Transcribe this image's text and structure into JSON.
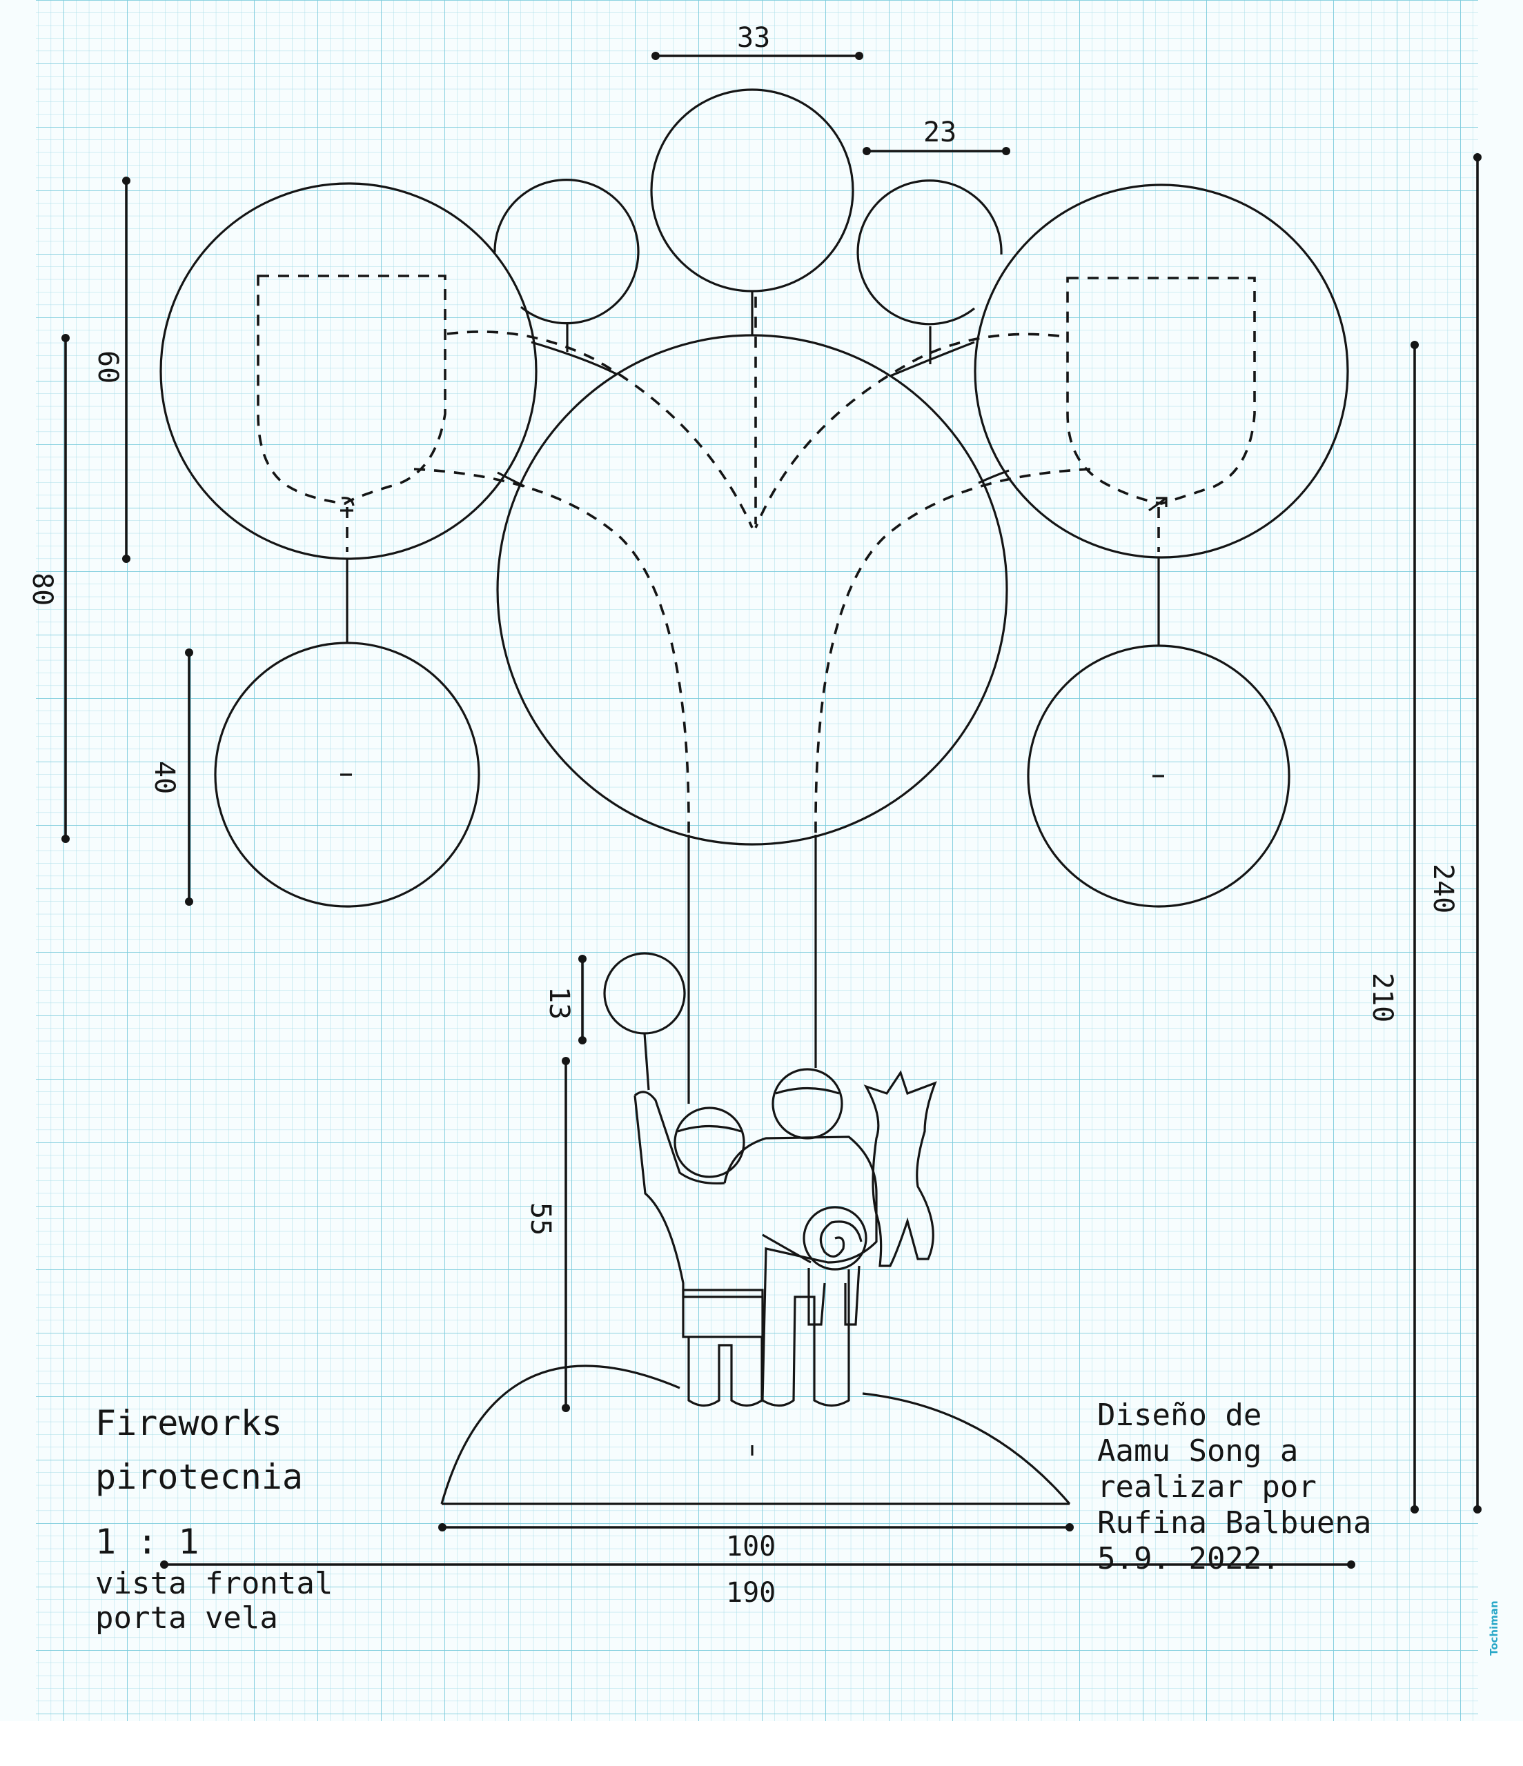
{
  "title_block": {
    "line1": "Fireworks",
    "line2": "pirotecnia",
    "scale": "1 : 1",
    "line4": "vista frontal",
    "line5": "porta vela"
  },
  "credits": {
    "line1": "Diseño de",
    "line2": "Aamu Song a",
    "line3": "realizar por",
    "line4": "Rufina Balbuena",
    "line5": "5.9. 2022."
  },
  "dimensions": {
    "top_circle": "33",
    "small_circle": "23",
    "big_left_circle": "60",
    "left_span": "80",
    "lower_left_circle": "40",
    "balloon": "13",
    "figures_height": "55",
    "base_width": "100",
    "total_width": "190",
    "total_height": "240",
    "inner_height": "210"
  },
  "paper": {
    "brand": "Tochiman",
    "grid_color": "#8fd3e0",
    "ink_color": "#151515"
  }
}
